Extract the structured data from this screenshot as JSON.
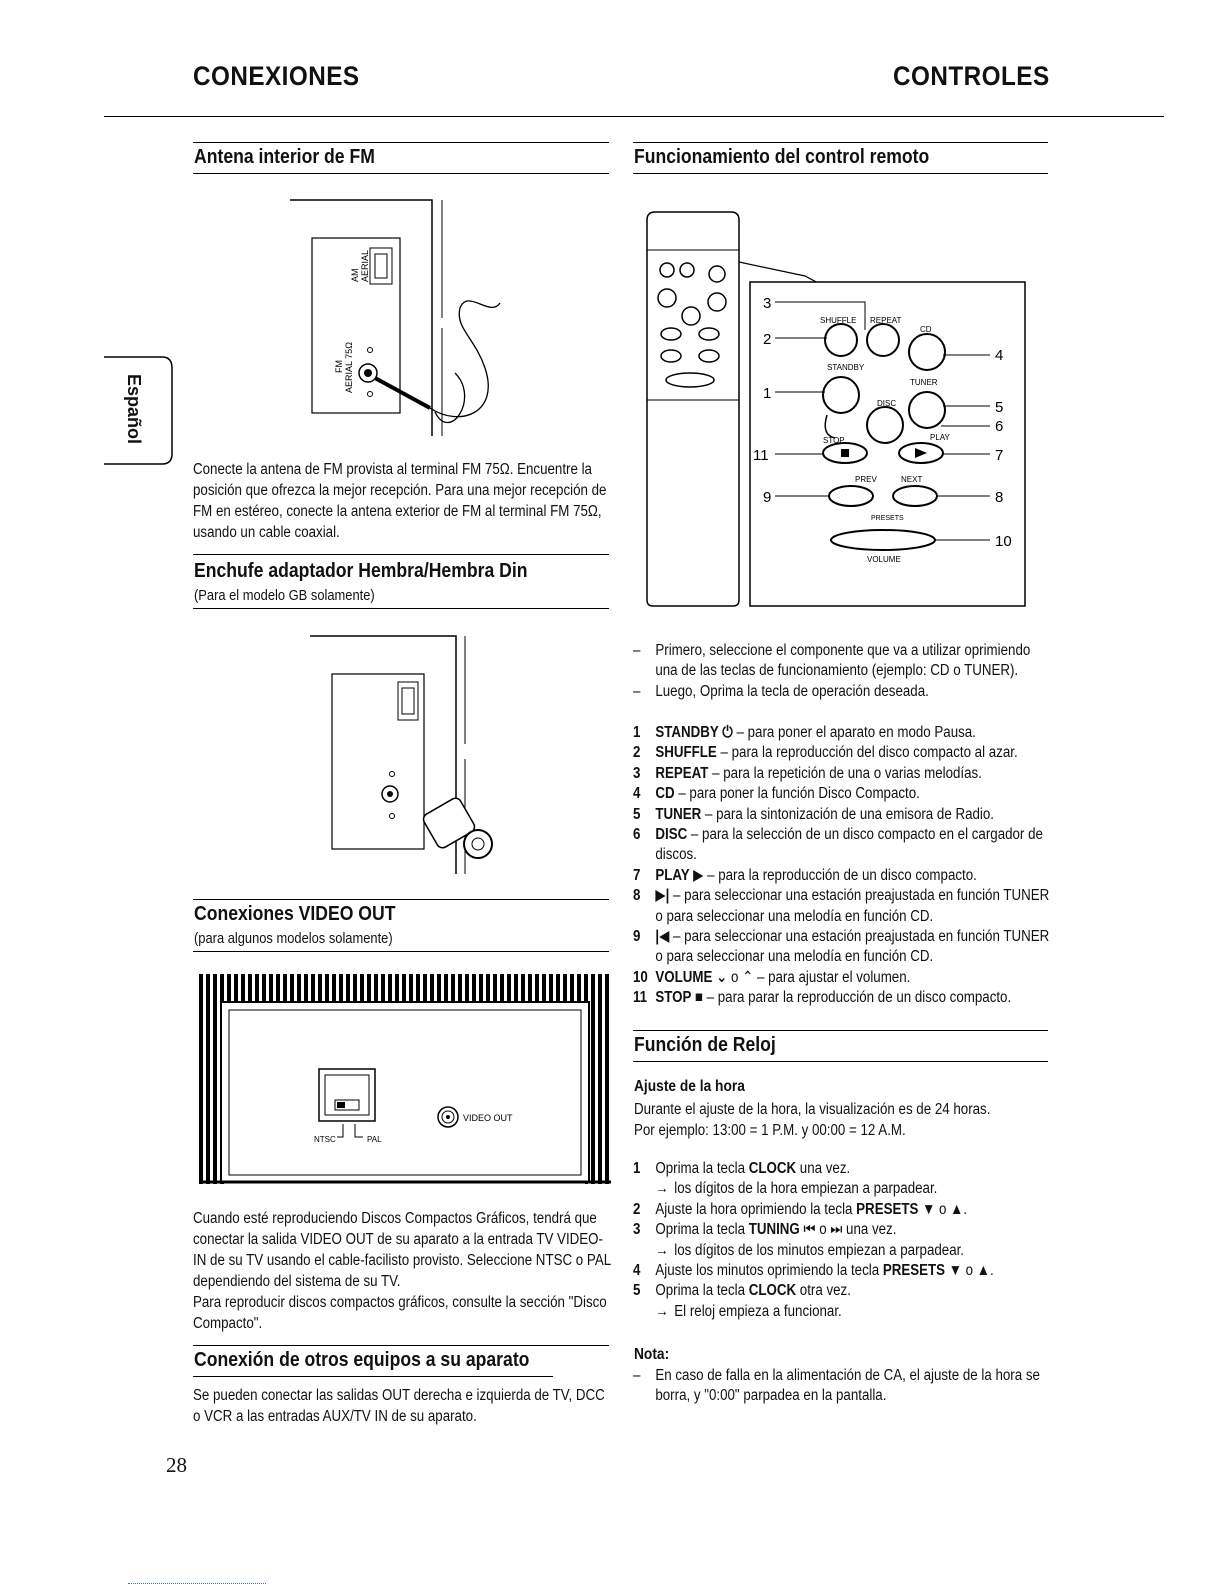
{
  "header": {
    "left": "CONEXIONES",
    "right": "CONTROLES"
  },
  "side_tab": "Español",
  "page_number": "28",
  "fm_antenna": {
    "title": "Antena interior de FM",
    "body": "Conecte la antena de FM provista al terminal FM 75Ω. Encuentre la posición que ofrezca la mejor recepción. Para una mejor recepción de FM en estéreo, conecte la antena exterior de FM al terminal FM 75Ω, usando un cable coaxial.",
    "diagram": {
      "am_label": "AM",
      "am_label2": "AERIAL",
      "fm_label": "FM",
      "fm_label2": "AERIAL 75Ω"
    }
  },
  "din_adapter": {
    "title": "Enchufe adaptador Hembra/Hembra Din",
    "subtitle": "(Para el modelo GB solamente)"
  },
  "video_out": {
    "title": "Conexiones VIDEO OUT",
    "subtitle": "(para algunos modelos solamente)",
    "diagram": {
      "jack_label": "VIDEO OUT",
      "ntsc": "NTSC",
      "pal": "PAL"
    },
    "body": "Cuando esté reproduciendo Discos Compactos Gráficos, tendrá que conectar la salida VIDEO OUT de su aparato a la entrada TV VIDEO-IN de su TV usando el cable-facilisto provisto. Seleccione NTSC o PAL dependiendo del sistema de su TV.",
    "body2": "Para reproducir discos compactos gráficos, consulte la sección \"Disco Compacto\"."
  },
  "other_equipment": {
    "title": "Conexión de otros equipos a su aparato",
    "body": "Se pueden conectar las salidas OUT derecha e izquierda de TV, DCC o VCR a las entradas AUX/TV IN de su aparato."
  },
  "remote": {
    "title": "Funcionamiento del control remoto",
    "diagram": {
      "labels": {
        "shuffle": "SHUFFLE",
        "repeat": "REPEAT",
        "cd": "CD",
        "standby": "STANDBY",
        "tuner": "TUNER",
        "disc": "DISC",
        "stop": "STOP",
        "play": "PLAY",
        "prev": "PREV",
        "next": "NEXT",
        "presets": "PRESETS",
        "volume": "VOLUME"
      },
      "callouts": [
        "3",
        "2",
        "1",
        "11",
        "9",
        "4",
        "5",
        "6",
        "7",
        "8",
        "10"
      ]
    },
    "intro": [
      "Primero, seleccione el componente que va a utilizar oprimiendo una de las teclas de funcionamiento (ejemplo: CD o TUNER).",
      "Luego, Oprima la tecla de operación deseada."
    ],
    "items": [
      {
        "n": "1",
        "key": "STANDBY ⏻",
        "text": " – para poner el aparato en modo Pausa."
      },
      {
        "n": "2",
        "key": "SHUFFLE",
        "text": " – para la reproducción del disco compacto al azar."
      },
      {
        "n": "3",
        "key": "REPEAT",
        "text": " – para la repetición de una o varias melodías."
      },
      {
        "n": "4",
        "key": "CD",
        "text": " – para poner la función Disco Compacto."
      },
      {
        "n": "5",
        "key": "TUNER",
        "text": " – para la sintonización de una emisora de Radio."
      },
      {
        "n": "6",
        "key": "DISC",
        "text": " – para la selección de un disco compacto en el cargador de discos."
      },
      {
        "n": "7",
        "key": "PLAY ▶",
        "text": " – para la reproducción de un disco compacto."
      },
      {
        "n": "8",
        "key": "▶|",
        "text": " – para seleccionar una estación preajustada en función TUNER o para seleccionar una melodía en función CD."
      },
      {
        "n": "9",
        "key": "|◀",
        "text": " – para seleccionar una estación preajustada en función TUNER o para seleccionar una melodía en función CD."
      },
      {
        "n": "10",
        "key": "VOLUME ⌄",
        "text": " o ⌃ – para ajustar el volumen."
      },
      {
        "n": "11",
        "key": "STOP ■",
        "text": " – para parar la reproducción de un disco compacto."
      }
    ]
  },
  "clock": {
    "title": "Función de Reloj",
    "subtitle": "Ajuste de la hora",
    "intro1": "Durante el ajuste de la hora, la visualización es de 24 horas.",
    "intro2": "Por ejemplo: 13:00 = 1 P.M. y 00:00 = 12 A.M.",
    "steps": [
      {
        "n": "1",
        "pre": "Oprima la tecla ",
        "key": "CLOCK",
        "post": " una vez."
      },
      {
        "n": "",
        "arrow": "→",
        "pre": "los dígitos de la hora empiezan a parpadear.",
        "key": "",
        "post": ""
      },
      {
        "n": "2",
        "pre": "Ajuste la hora oprimiendo la tecla ",
        "key": "PRESETS ▼",
        "post": " o ▲."
      },
      {
        "n": "3",
        "pre": "Oprima la tecla ",
        "key": "TUNING",
        "post": " ⏮ o ⏭ una vez."
      },
      {
        "n": "",
        "arrow": "→",
        "pre": "los dígitos de los minutos empiezan a parpadear.",
        "key": "",
        "post": ""
      },
      {
        "n": "4",
        "pre": "Ajuste los minutos oprimiendo la tecla ",
        "key": "PRESETS ▼",
        "post": " o ▲."
      },
      {
        "n": "5",
        "pre": "Oprima la tecla ",
        "key": "CLOCK",
        "post": " otra vez."
      },
      {
        "n": "",
        "arrow": "→",
        "pre": "El reloj empieza a funcionar.",
        "key": "",
        "post": ""
      }
    ],
    "note_title": "Nota:",
    "note": "En caso de falla en la alimentación de CA, el ajuste de la hora se borra, y \"0:00\" parpadea en la pantalla."
  }
}
